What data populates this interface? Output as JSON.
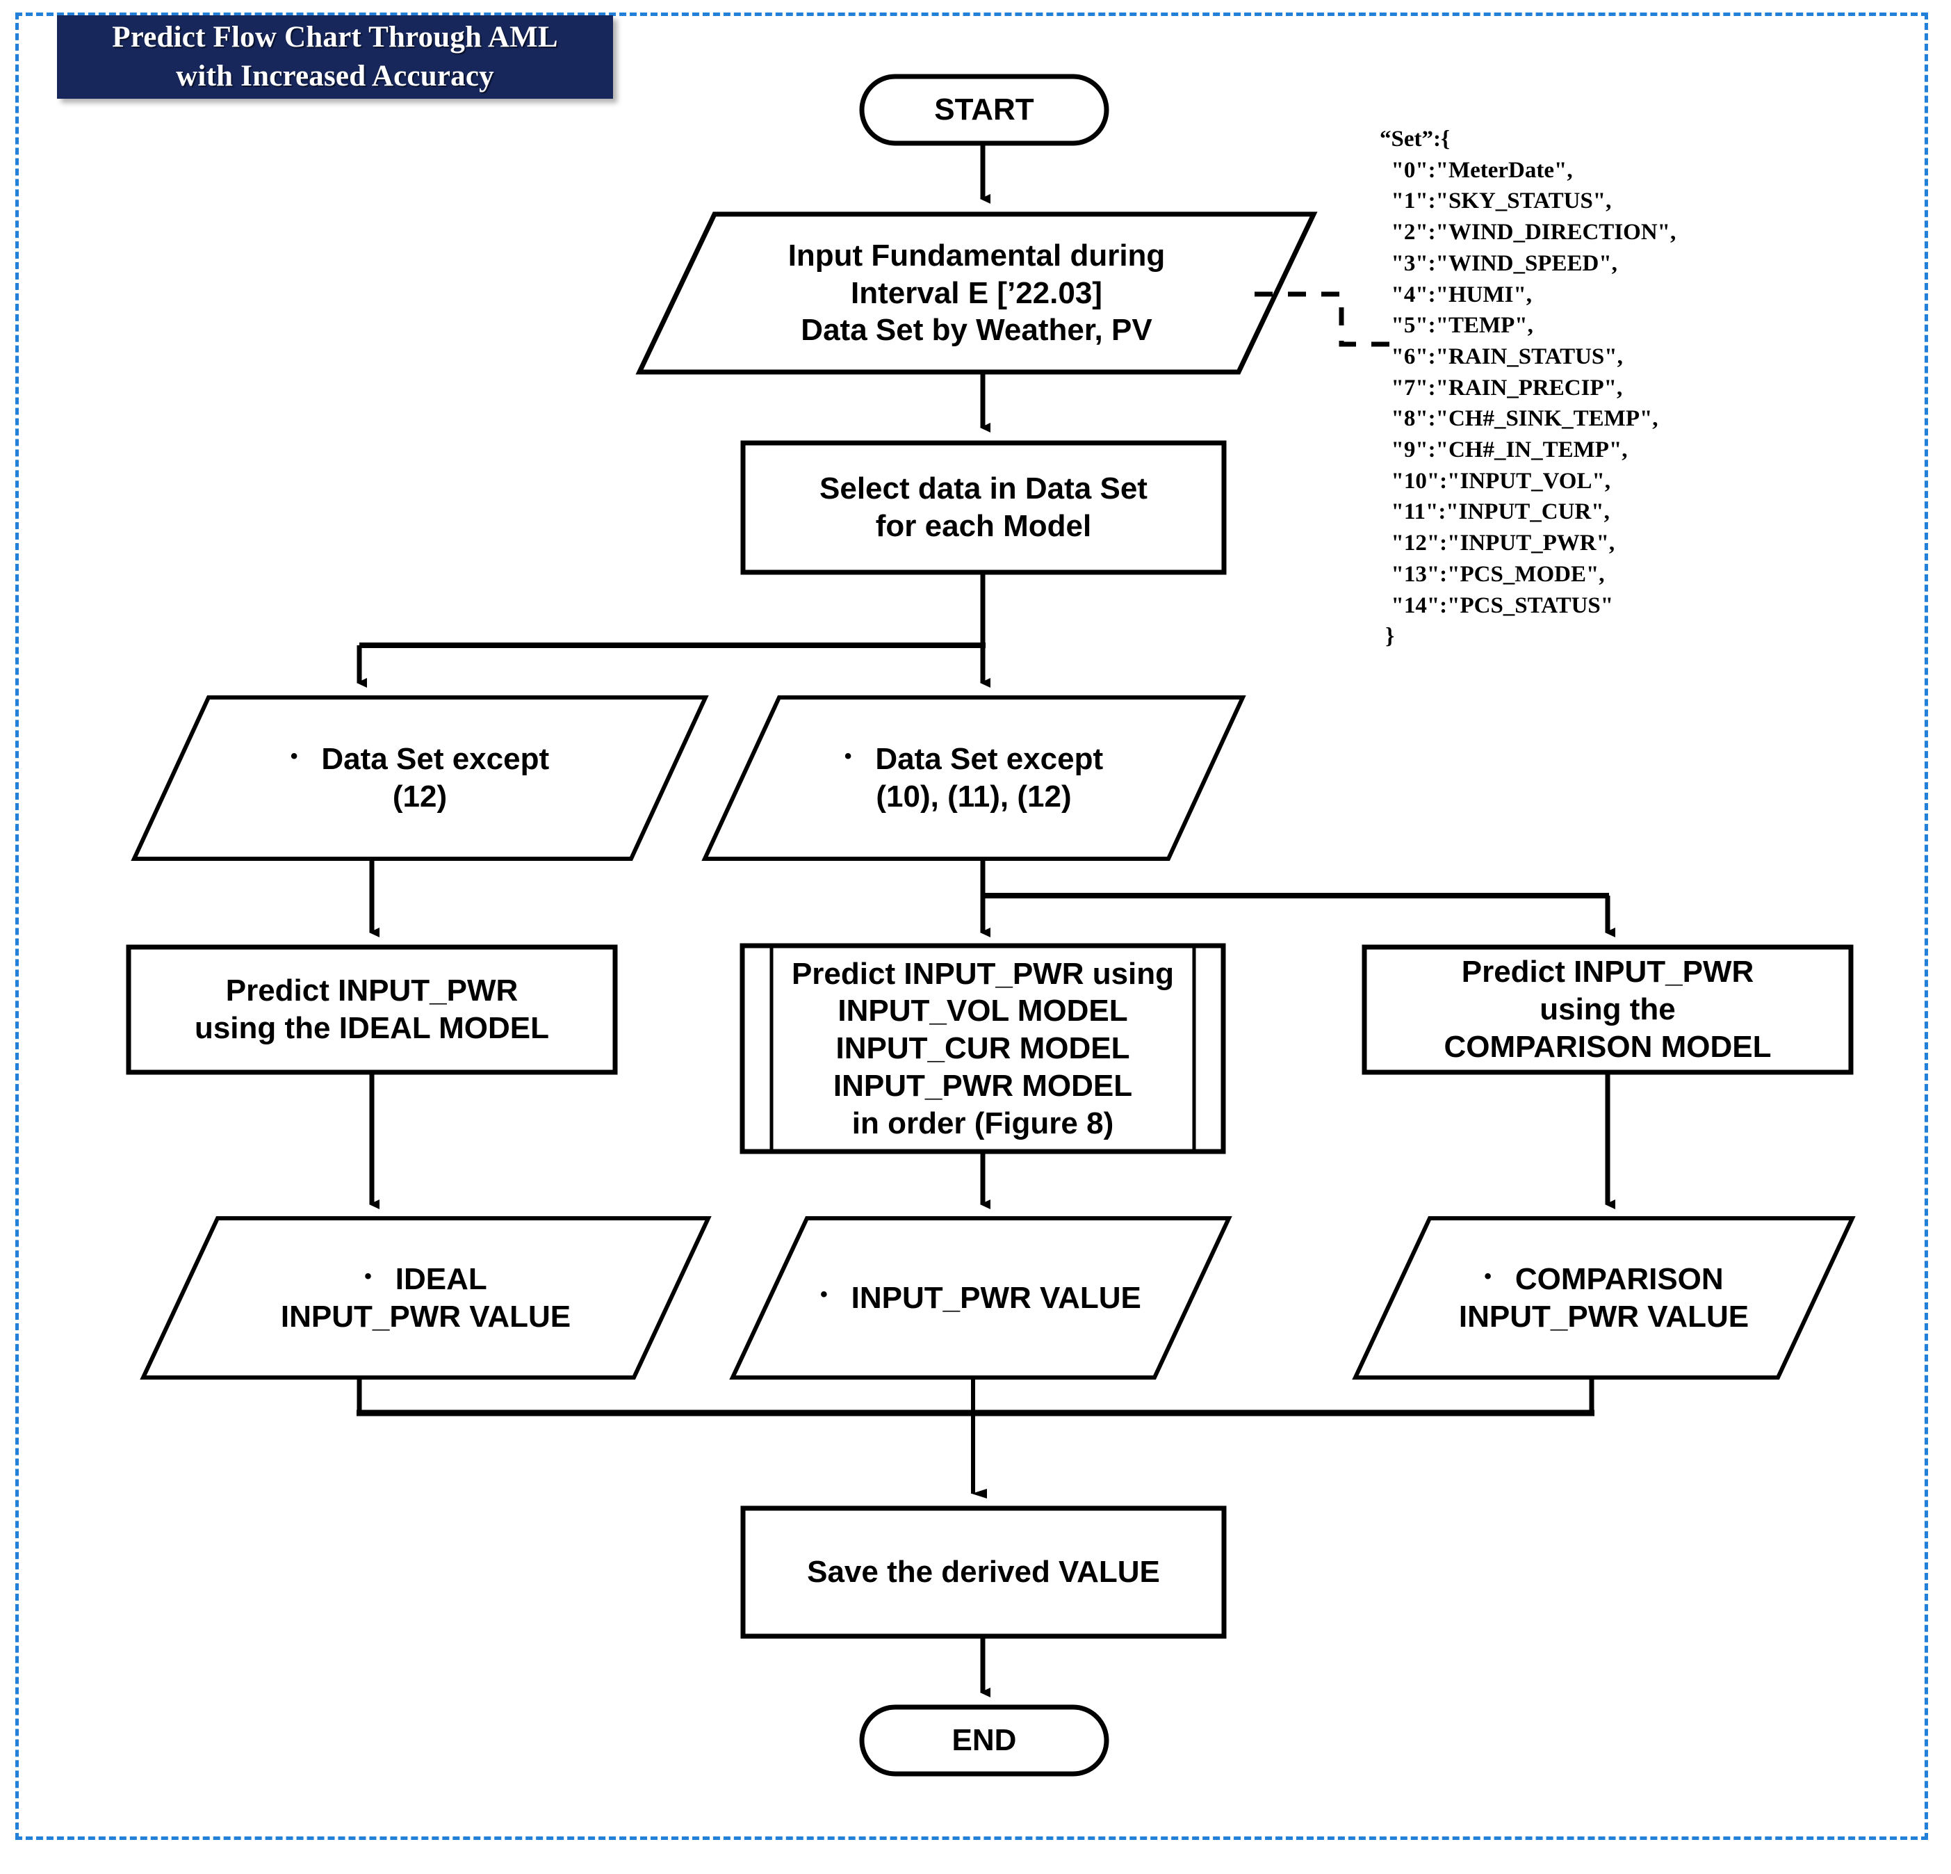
{
  "figure": {
    "title_line1": "Predict Flow Chart Through AML",
    "title_line2": "with Increased Accuracy",
    "title_bg": "#17275C",
    "frame_color": "#2380D8",
    "stroke_color": "#000000"
  },
  "nodes": {
    "start": {
      "label": "START",
      "shape": "terminator"
    },
    "input_data": {
      "shape": "parallelogram",
      "line1": "Input Fundamental during",
      "line2": "Interval E [’22.03]",
      "line3": "Data Set by Weather, PV"
    },
    "select_data": {
      "shape": "process",
      "line1": "Select data in Data Set",
      "line2": "for each Model"
    },
    "dataset_left": {
      "shape": "parallelogram",
      "bullet": "•",
      "line1": "Data Set except",
      "line2": "(12)"
    },
    "dataset_mid": {
      "shape": "parallelogram",
      "bullet": "•",
      "line1": "Data Set except",
      "line2": "(10), (11), (12)"
    },
    "predict_ideal": {
      "shape": "process",
      "line1": "Predict INPUT_PWR",
      "line2": "using the IDEAL MODEL"
    },
    "predict_chain": {
      "shape": "predefined-process",
      "line1": "Predict INPUT_PWR using",
      "line2": "INPUT_VOL MODEL",
      "line3": "INPUT_CUR MODEL",
      "line4": "INPUT_PWR MODEL",
      "line5": "in order (Figure 8)"
    },
    "predict_comparison": {
      "shape": "process",
      "line1": "Predict INPUT_PWR",
      "line2": "using the",
      "line3": "COMPARISON MODEL"
    },
    "out_ideal": {
      "shape": "parallelogram",
      "bullet": "•",
      "line1": "IDEAL",
      "line2": "INPUT_PWR VALUE"
    },
    "out_mid": {
      "shape": "parallelogram",
      "bullet": "•",
      "line1": "INPUT_PWR VALUE"
    },
    "out_comparison": {
      "shape": "parallelogram",
      "bullet": "•",
      "line1": "COMPARISON",
      "line2": "INPUT_PWR VALUE"
    },
    "save_value": {
      "shape": "process",
      "line1": "Save the derived VALUE"
    },
    "end": {
      "label": "END",
      "shape": "terminator"
    }
  },
  "set_listing": {
    "open": "“Set”:{",
    "entries": [
      "\"0\":\"MeterDate\",",
      "\"1\":\"SKY_STATUS\",",
      "\"2\":\"WIND_DIRECTION\",",
      "\"3\":\"WIND_SPEED\",",
      "\"4\":\"HUMI\",",
      "\"5\":\"TEMP\",",
      "\"6\":\"RAIN_STATUS\",",
      "\"7\":\"RAIN_PRECIP\",",
      "\"8\":\"CH#_SINK_TEMP\",",
      "\"9\":\"CH#_IN_TEMP\",",
      "\"10\":\"INPUT_VOL\",",
      "\"11\":\"INPUT_CUR\",",
      "\"12\":\"INPUT_PWR\",",
      "\"13\":\"PCS_MODE\",",
      "\"14\":\"PCS_STATUS\""
    ],
    "close": "}",
    "text": "“Set”:{\n  \"0\":\"MeterDate\",\n  \"1\":\"SKY_STATUS\",\n  \"2\":\"WIND_DIRECTION\",\n  \"3\":\"WIND_SPEED\",\n  \"4\":\"HUMI\",\n  \"5\":\"TEMP\",\n  \"6\":\"RAIN_STATUS\",\n  \"7\":\"RAIN_PRECIP\",\n  \"8\":\"CH#_SINK_TEMP\",\n  \"9\":\"CH#_IN_TEMP\",\n  \"10\":\"INPUT_VOL\",\n  \"11\":\"INPUT_CUR\",\n  \"12\":\"INPUT_PWR\",\n  \"13\":\"PCS_MODE\",\n  \"14\":\"PCS_STATUS\"\n }"
  },
  "chart_data": {
    "type": "diagram",
    "title": "Predict Flow Chart Through AML with Increased Accuracy",
    "flow": [
      {
        "id": "start",
        "shape": "terminator",
        "text": "START"
      },
      {
        "id": "input_data",
        "shape": "parallelogram",
        "text": "Input Fundamental during Interval E ['22.03] Data Set by Weather, PV"
      },
      {
        "id": "select_data",
        "shape": "process",
        "text": "Select data in Data Set for each Model"
      },
      {
        "id": "dataset_left",
        "shape": "parallelogram",
        "text": "• Data Set except (12)"
      },
      {
        "id": "dataset_mid",
        "shape": "parallelogram",
        "text": "• Data Set except (10), (11), (12)"
      },
      {
        "id": "predict_ideal",
        "shape": "process",
        "text": "Predict INPUT_PWR using the IDEAL MODEL"
      },
      {
        "id": "predict_chain",
        "shape": "predefined-process",
        "text": "Predict INPUT_PWR using INPUT_VOL MODEL INPUT_CUR MODEL INPUT_PWR MODEL in order (Figure 8)"
      },
      {
        "id": "predict_comparison",
        "shape": "process",
        "text": "Predict INPUT_PWR using the COMPARISON MODEL"
      },
      {
        "id": "out_ideal",
        "shape": "parallelogram",
        "text": "• IDEAL INPUT_PWR VALUE"
      },
      {
        "id": "out_mid",
        "shape": "parallelogram",
        "text": "• INPUT_PWR VALUE"
      },
      {
        "id": "out_comparison",
        "shape": "parallelogram",
        "text": "• COMPARISON INPUT_PWR VALUE"
      },
      {
        "id": "save_value",
        "shape": "process",
        "text": "Save the derived VALUE"
      },
      {
        "id": "end",
        "shape": "terminator",
        "text": "END"
      }
    ],
    "edges": [
      [
        "start",
        "input_data"
      ],
      [
        "input_data",
        "select_data"
      ],
      [
        "select_data",
        "dataset_left"
      ],
      [
        "select_data",
        "dataset_mid"
      ],
      [
        "dataset_left",
        "predict_ideal"
      ],
      [
        "dataset_mid",
        "predict_chain"
      ],
      [
        "dataset_mid",
        "predict_comparison"
      ],
      [
        "predict_ideal",
        "out_ideal"
      ],
      [
        "predict_chain",
        "out_mid"
      ],
      [
        "predict_comparison",
        "out_comparison"
      ],
      [
        "out_ideal",
        "save_value"
      ],
      [
        "out_mid",
        "save_value"
      ],
      [
        "out_comparison",
        "save_value"
      ],
      [
        "save_value",
        "end"
      ]
    ],
    "annotations": [
      {
        "attached_to": "input_data",
        "style": "dashed-callout",
        "content_ref": "set_listing"
      }
    ]
  }
}
